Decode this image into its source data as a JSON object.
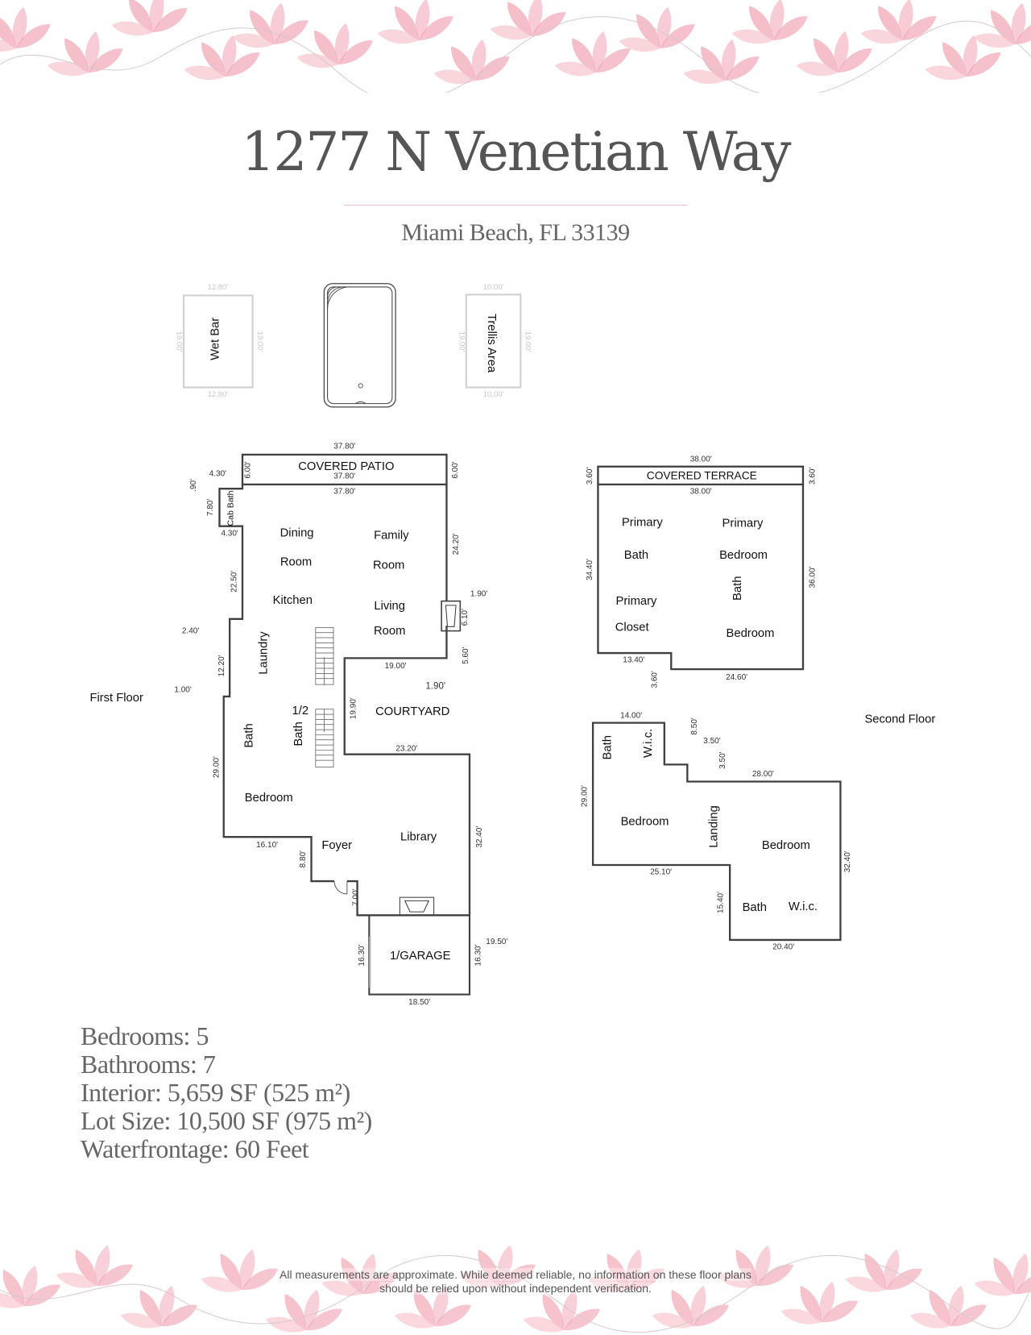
{
  "header": {
    "title": "1277 N Venetian Way",
    "subtitle": "Miami Beach, FL 33139"
  },
  "colors": {
    "title_text": "#555555",
    "divider": "#f0c4cc",
    "floral_pink": "#f2a9b8",
    "wall": "#404040",
    "faded_dims": "#c8c8c8"
  },
  "outdoor": {
    "wet_bar": {
      "label": "Wet Bar",
      "top": "12.80'",
      "bottom": "12.80'",
      "left": "19.00'",
      "right": "19.00'"
    },
    "pool": {
      "icon": "pool-icon"
    },
    "trellis": {
      "label": "Trellis Area",
      "top": "10.00'",
      "bottom": "10.00'",
      "left": "19.00'",
      "right": "19.00'"
    }
  },
  "first_floor": {
    "label": "First Floor",
    "rooms": {
      "covered_patio": "COVERED PATIO",
      "cab_bath": "Cab Bath",
      "dining_1": "Dining",
      "dining_2": "Room",
      "family_1": "Family",
      "family_2": "Room",
      "kitchen": "Kitchen",
      "living_1": "Living",
      "living_2": "Room",
      "laundry": "Laundry",
      "half_bath_1": "1/2",
      "half_bath_2": "Bath",
      "bath": "Bath",
      "courtyard": "COURTYARD",
      "bedroom": "Bedroom",
      "foyer": "Foyer",
      "library": "Library",
      "garage": "1/GARAGE"
    },
    "dims": {
      "patio_top": "37.80'",
      "patio_mid": "37.80'",
      "patio_bottom": "37.80'",
      "patio_left": "6.00'",
      "patio_right": "6.00'",
      "jog_top": "4.30'",
      "jog_090": ".90'",
      "cab_height": "7.80'",
      "jog_bottom": "4.30'",
      "right_upper": "24.20'",
      "left_upper": "22.50'",
      "fireplace_offset": "1.90'",
      "fireplace_w": "6.10'",
      "right_lower": "5.60'",
      "step_240": "2.40'",
      "left_mid": "12.20'",
      "step_100": "1.00'",
      "court_top": "19.00'",
      "court_190": "1.90'",
      "court_left": "19.90'",
      "court_bottom": "23.20'",
      "left_lower": "29.00'",
      "library_right": "32.40'",
      "bedroom_bottom": "16.10'",
      "foyer_step": "8.80'",
      "entry_step": "7.00'",
      "garage_left": "16.30'",
      "garage_right": "16.30'",
      "garage_side": "19.50'",
      "garage_bottom": "18.50'"
    }
  },
  "second_floor": {
    "label": "Second Floor",
    "rooms": {
      "covered_terrace": "COVERED TERRACE",
      "primary_bath_1": "Primary",
      "primary_bath_2": "Bath",
      "primary_bed_1": "Primary",
      "primary_bed_2": "Bedroom",
      "bath_vertical": "Bath",
      "primary_closet_1": "Primary",
      "primary_closet_2": "Closet",
      "bedroom_a": "Bedroom",
      "bath_b": "Bath",
      "wic_b": "W.i.c.",
      "bedroom_b": "Bedroom",
      "landing": "Landing",
      "bedroom_c": "Bedroom",
      "bath_c": "Bath",
      "wic_c": "W.i.c."
    },
    "dims": {
      "terrace_top": "38.00'",
      "terrace_bottom": "38.00'",
      "terrace_left": "3.60'",
      "terrace_right": "3.60'",
      "primary_left": "34.40'",
      "primary_right": "36.00'",
      "primary_bottom_left": "13.40'",
      "primary_step": "3.60'",
      "primary_bottom_right": "24.60'",
      "lower_top": "14.00'",
      "step_850": "8.50'",
      "step_350_h": "3.50'",
      "step_350_v": "3.50'",
      "lower_right_top": "28.00'",
      "lower_left": "29.00'",
      "lower_bottom_left": "25.10'",
      "lower_step": "15.40'",
      "lower_right": "32.40'",
      "lower_bottom_right": "20.40'"
    }
  },
  "stats": {
    "bedrooms": "Bedrooms: 5",
    "bathrooms": "Bathrooms: 7",
    "interior": "Interior: 5,659 SF (525 m²)",
    "lot_size": "Lot Size: 10,500 SF (975 m²)",
    "waterfrontage": "Waterfrontage: 60 Feet"
  },
  "footer": {
    "disclaimer_line1": "All measurements are approximate. While deemed reliable, no information on these floor plans",
    "disclaimer_line2": "should be relied upon without independent verification."
  }
}
